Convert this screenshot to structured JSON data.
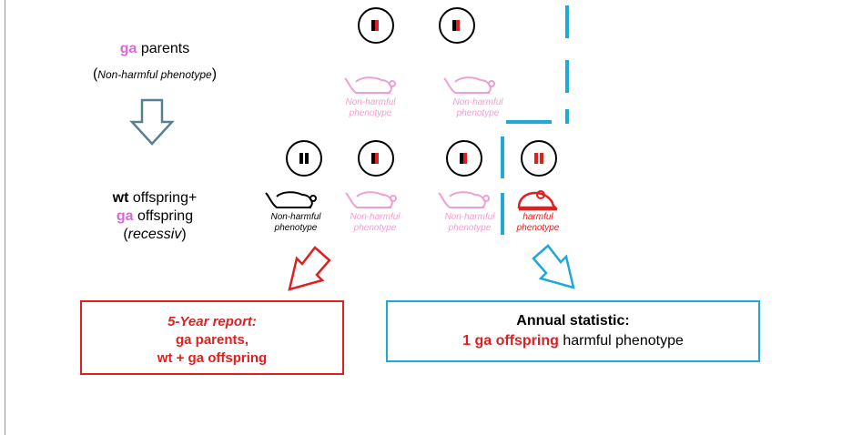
{
  "parents": {
    "ga": "ga",
    "label": " parents",
    "paren_open": "(",
    "phenotype": "Non-harmful phenotype",
    "paren_close": ")"
  },
  "offspring": {
    "wt": "wt",
    "line1_rest": " offspring+",
    "ga": "ga",
    "line2_rest": " offspring",
    "line3_open": "(",
    "line3_italic": "recessiv",
    "line3_close": ")"
  },
  "mice": {
    "parent1": {
      "line1": "Non-harmful",
      "line2": "phenotype"
    },
    "parent2": {
      "line1": "Non-harmful",
      "line2": "phenotype"
    },
    "off1": {
      "line1": "Non-harmful",
      "line2": "phenotype"
    },
    "off2": {
      "line1": "Non-harmful",
      "line2": "phenotype"
    },
    "off3": {
      "line1": "Non-harmful",
      "line2": "phenotype"
    },
    "off4": {
      "line1": "harmful",
      "line2": "phenotype"
    }
  },
  "report_box": {
    "title": "5-Year report:",
    "line2": "ga parents,",
    "line3": "wt + ga offspring"
  },
  "stat_box": {
    "title": "Annual statistic:",
    "highlight": "1 ga offspring",
    "rest": " harmful phenotype"
  },
  "colors": {
    "pink": "#d66ad6",
    "mouse_pink": "#f0a0d0",
    "red": "#e02020",
    "blue": "#20a8d8",
    "arrow_grey": "#5a8090"
  }
}
